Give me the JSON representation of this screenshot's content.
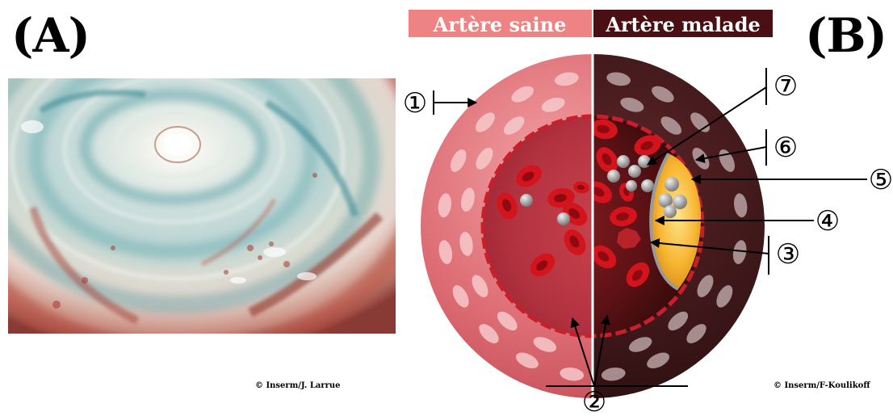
{
  "panels": {
    "a_label": "(A)",
    "b_label": "(B)"
  },
  "credits": {
    "a": "© Inserm/J. Larrue",
    "b": "© Inserm/F-Koulikoff"
  },
  "diagram": {
    "healthy_title": "Artère saine",
    "diseased_title": "Artère malade",
    "markers": [
      "①",
      "②",
      "③",
      "④",
      "⑤",
      "⑥",
      "⑦"
    ]
  },
  "colors": {
    "healthy_banner": "#ef8384",
    "diseased_banner": "#4a0f12",
    "healthy_wall": "#d9656d",
    "diseased_wall": "#3d1719",
    "lumen": "#b8323d",
    "plaque": "#f4a623",
    "blood_cell": "#d3141c",
    "histology_blue": "#5fa3a8",
    "histology_red": "#b84a3e"
  }
}
